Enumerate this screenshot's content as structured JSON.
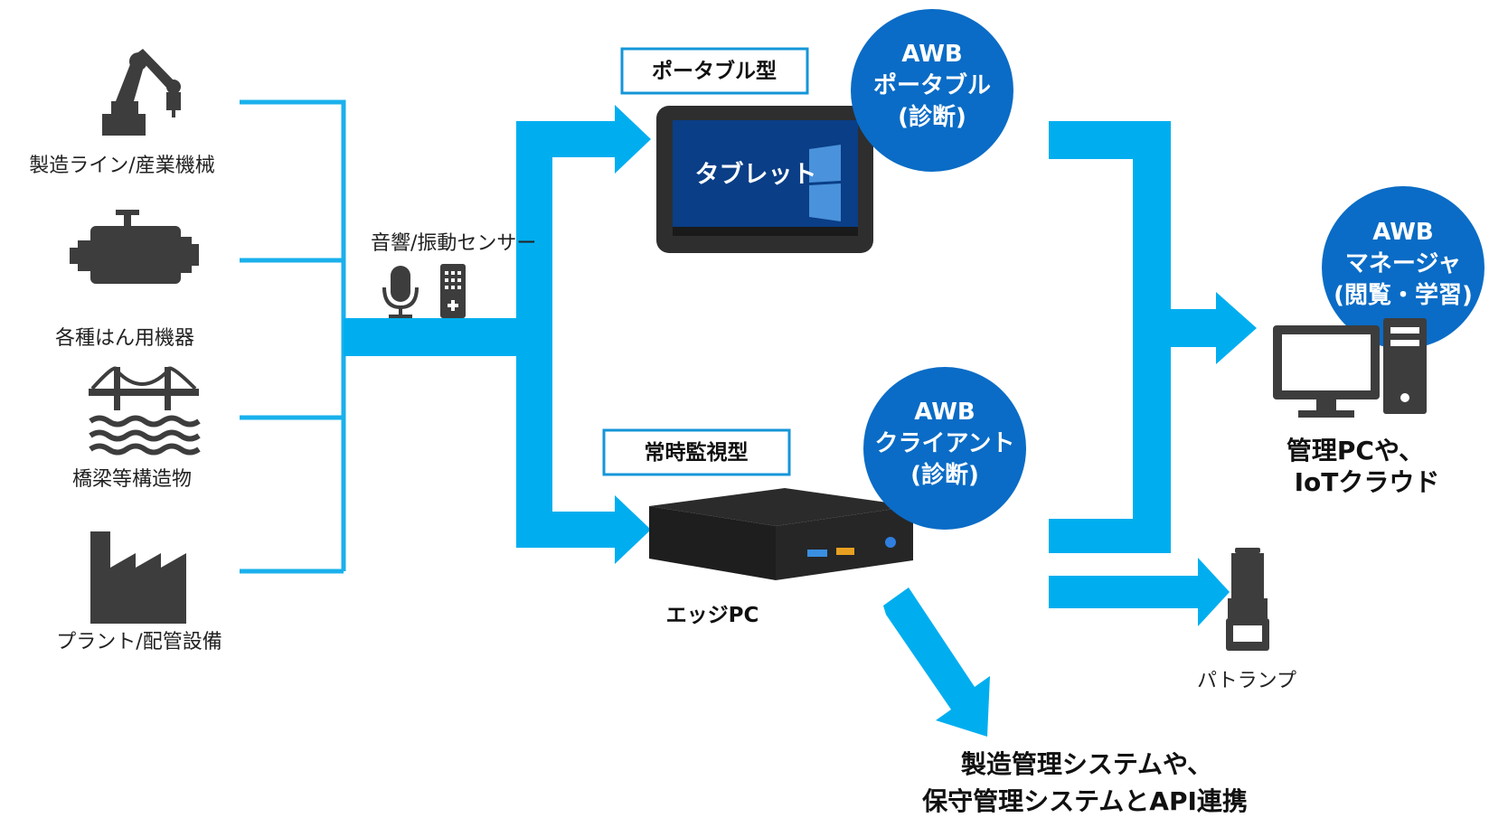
{
  "colors": {
    "flow": "#00aeef",
    "line": "#1ab0ec",
    "circle": "#0a6cc6",
    "icon": "#3d3d3d",
    "box_border": "#1596d8"
  },
  "sources": [
    {
      "label": "製造ライン/産業機械",
      "icon": "robot-arm-icon"
    },
    {
      "label": "各種はん用機器",
      "icon": "engine-icon"
    },
    {
      "label": "橋梁等構造物",
      "icon": "bridge-icon"
    },
    {
      "label": "プラント/配管設備",
      "icon": "factory-icon"
    }
  ],
  "sensor": {
    "label": "音響/振動センサー",
    "icons": [
      "microphone-icon",
      "sensor-device-icon"
    ]
  },
  "portable": {
    "type_label": "ポータブル型",
    "screen_text": "タブレット",
    "circle": [
      "AWB",
      "ポータブル",
      "(診断)"
    ]
  },
  "monitoring": {
    "type_label": "常時監視型",
    "device_label": "エッジPC",
    "circle": [
      "AWB",
      "クライアント",
      "(診断)"
    ]
  },
  "manager": {
    "circle": [
      "AWB",
      "マネージャ",
      "(閲覧・学習)"
    ],
    "label_lines": [
      "管理PCや、",
      "IoTクラウド"
    ]
  },
  "lamp": {
    "label": "パトランプ"
  },
  "api": {
    "label_lines": [
      "製造管理システムや、",
      "保守管理システムとAPI連携"
    ]
  }
}
